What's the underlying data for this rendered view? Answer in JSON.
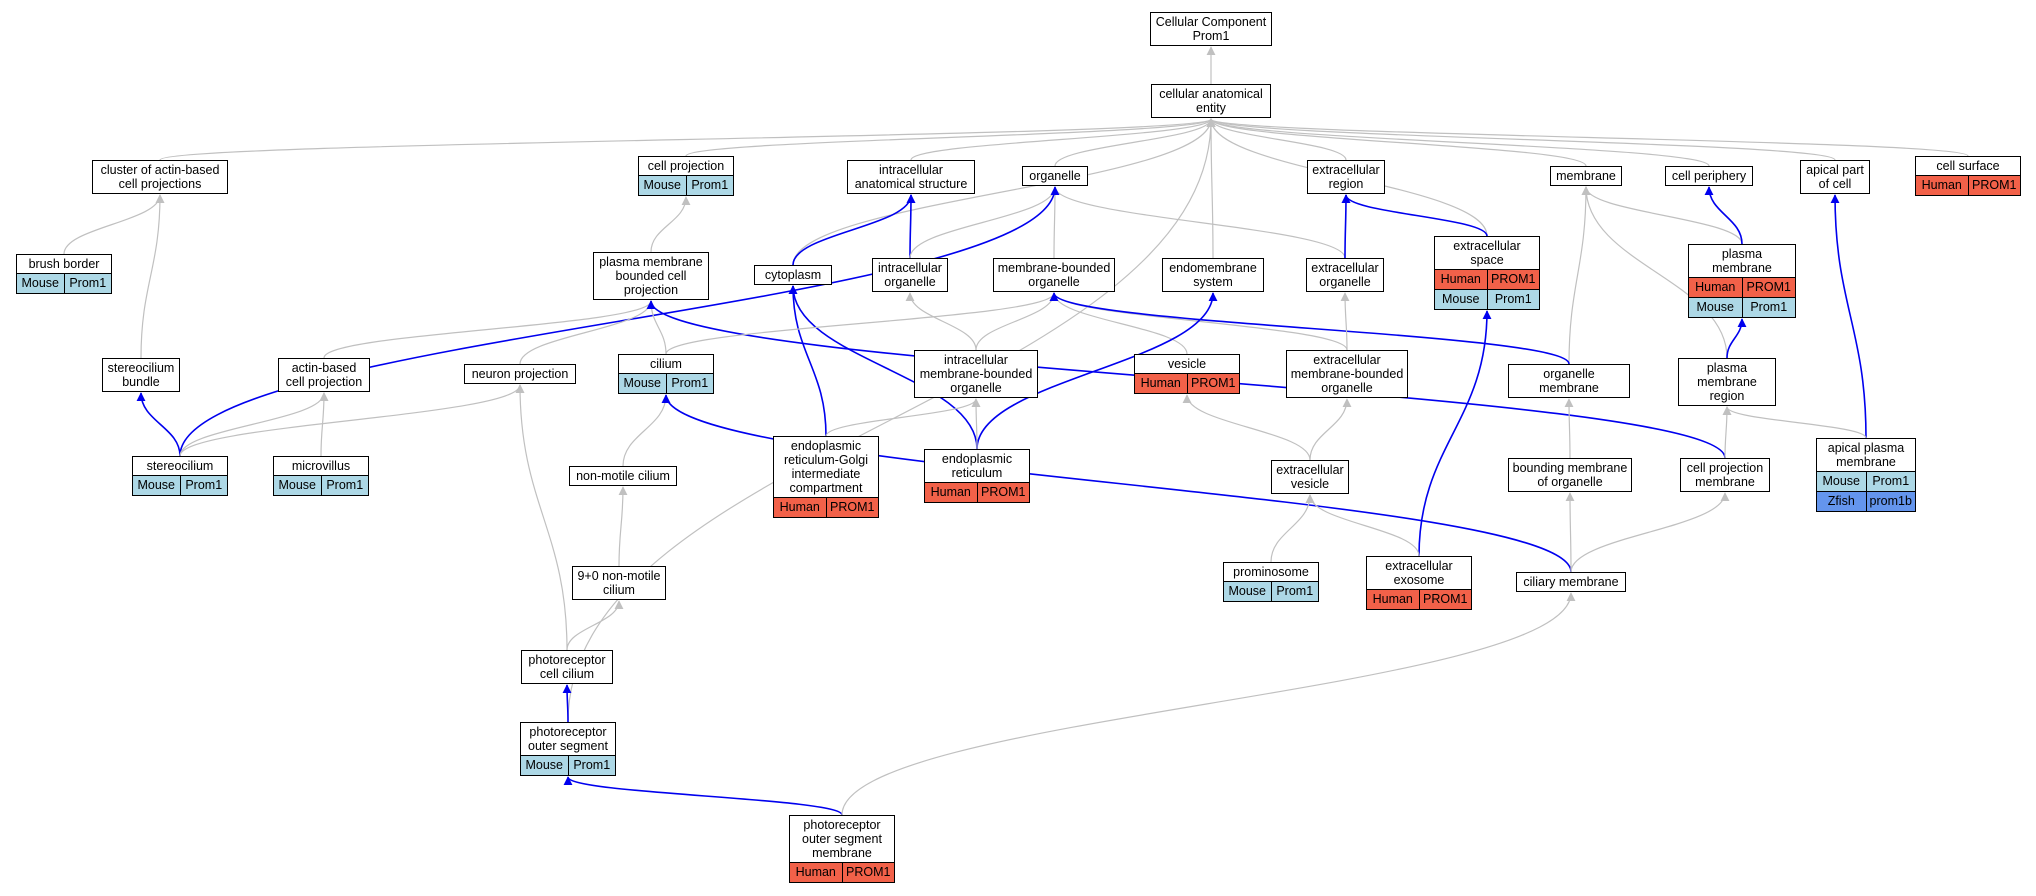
{
  "colors": {
    "edge_gray": "#c0c0c0",
    "edge_blue": "#0000ee",
    "Human": "#f26149",
    "Mouse": "#add8e6",
    "Zfish": "#6495ed"
  },
  "nodes": [
    {
      "id": "cc_root",
      "label": "Cellular Component\nProm1",
      "ann": []
    },
    {
      "id": "cae",
      "label": "cellular anatomical\nentity",
      "ann": []
    },
    {
      "id": "cluster_acp",
      "label": "cluster of actin-based\ncell projections",
      "ann": []
    },
    {
      "id": "cell_proj",
      "label": "cell projection",
      "ann": [
        {
          "sp": "Mouse",
          "g": "Prom1"
        }
      ]
    },
    {
      "id": "ias",
      "label": "intracellular\nanatomical structure",
      "ann": []
    },
    {
      "id": "organelle",
      "label": "organelle",
      "ann": []
    },
    {
      "id": "ecr",
      "label": "extracellular\nregion",
      "ann": []
    },
    {
      "id": "membrane",
      "label": "membrane",
      "ann": []
    },
    {
      "id": "periphery",
      "label": "cell periphery",
      "ann": []
    },
    {
      "id": "apical_part",
      "label": "apical part\nof cell",
      "ann": []
    },
    {
      "id": "surface",
      "label": "cell surface",
      "ann": [
        {
          "sp": "Human",
          "g": "PROM1"
        }
      ]
    },
    {
      "id": "brush",
      "label": "brush border",
      "ann": [
        {
          "sp": "Mouse",
          "g": "Prom1"
        }
      ]
    },
    {
      "id": "pmbcp",
      "label": "plasma membrane\nbounded cell\nprojection",
      "ann": []
    },
    {
      "id": "cytoplasm",
      "label": "cytoplasm",
      "ann": []
    },
    {
      "id": "intra_org",
      "label": "intracellular\norganelle",
      "ann": []
    },
    {
      "id": "mbo",
      "label": "membrane-bounded\norganelle",
      "ann": []
    },
    {
      "id": "endomem",
      "label": "endomembrane\nsystem",
      "ann": []
    },
    {
      "id": "ec_org",
      "label": "extracellular\norganelle",
      "ann": []
    },
    {
      "id": "ec_space",
      "label": "extracellular\nspace",
      "ann": [
        {
          "sp": "Human",
          "g": "PROM1"
        },
        {
          "sp": "Mouse",
          "g": "Prom1"
        }
      ]
    },
    {
      "id": "pm",
      "label": "plasma membrane",
      "ann": [
        {
          "sp": "Human",
          "g": "PROM1"
        },
        {
          "sp": "Mouse",
          "g": "Prom1"
        }
      ]
    },
    {
      "id": "stereo_bundle",
      "label": "stereocilium\nbundle",
      "ann": []
    },
    {
      "id": "acp",
      "label": "actin-based\ncell projection",
      "ann": []
    },
    {
      "id": "neuron_proj",
      "label": "neuron projection",
      "ann": []
    },
    {
      "id": "cilium",
      "label": "cilium",
      "ann": [
        {
          "sp": "Mouse",
          "g": "Prom1"
        }
      ]
    },
    {
      "id": "imbo",
      "label": "intracellular\nmembrane-bounded\norganelle",
      "ann": []
    },
    {
      "id": "vesicle",
      "label": "vesicle",
      "ann": [
        {
          "sp": "Human",
          "g": "PROM1"
        }
      ]
    },
    {
      "id": "ecmbo",
      "label": "extracellular\nmembrane-bounded\norganelle",
      "ann": []
    },
    {
      "id": "org_mem",
      "label": "organelle membrane",
      "ann": []
    },
    {
      "id": "pm_region",
      "label": "plasma membrane\nregion",
      "ann": []
    },
    {
      "id": "stereocilium",
      "label": "stereocilium",
      "ann": [
        {
          "sp": "Mouse",
          "g": "Prom1"
        }
      ]
    },
    {
      "id": "microvillus",
      "label": "microvillus",
      "ann": [
        {
          "sp": "Mouse",
          "g": "Prom1"
        }
      ]
    },
    {
      "id": "ergic",
      "label": "endoplasmic\nreticulum-Golgi\nintermediate\ncompartment",
      "ann": [
        {
          "sp": "Human",
          "g": "PROM1"
        }
      ]
    },
    {
      "id": "er",
      "label": "endoplasmic\nreticulum",
      "ann": [
        {
          "sp": "Human",
          "g": "PROM1"
        }
      ]
    },
    {
      "id": "nonmotile",
      "label": "non-motile cilium",
      "ann": []
    },
    {
      "id": "ec_vesicle",
      "label": "extracellular\nvesicle",
      "ann": []
    },
    {
      "id": "bound_mem",
      "label": "bounding membrane\nof organelle",
      "ann": []
    },
    {
      "id": "cp_mem",
      "label": "cell projection\nmembrane",
      "ann": []
    },
    {
      "id": "apical_pm",
      "label": "apical plasma\nmembrane",
      "ann": [
        {
          "sp": "Mouse",
          "g": "Prom1"
        },
        {
          "sp": "Zfish",
          "g": "prom1b"
        }
      ]
    },
    {
      "id": "nine_zero",
      "label": "9+0 non-motile\ncilium",
      "ann": []
    },
    {
      "id": "prominosome",
      "label": "prominosome",
      "ann": [
        {
          "sp": "Mouse",
          "g": "Prom1"
        }
      ]
    },
    {
      "id": "exosome",
      "label": "extracellular\nexosome",
      "ann": [
        {
          "sp": "Human",
          "g": "PROM1"
        }
      ]
    },
    {
      "id": "ciliary_mem",
      "label": "ciliary membrane",
      "ann": []
    },
    {
      "id": "pr_cilium",
      "label": "photoreceptor\ncell cilium",
      "ann": []
    },
    {
      "id": "pos",
      "label": "photoreceptor\nouter segment",
      "ann": [
        {
          "sp": "Mouse",
          "g": "Prom1"
        }
      ]
    },
    {
      "id": "posm",
      "label": "photoreceptor\nouter segment\nmembrane",
      "ann": [
        {
          "sp": "Human",
          "g": "PROM1"
        }
      ]
    }
  ],
  "edges": [
    {
      "from": "cae",
      "to": "cc_root",
      "type": "gray"
    },
    {
      "from": "cluster_acp",
      "to": "cae",
      "type": "gray"
    },
    {
      "from": "cell_proj",
      "to": "cae",
      "type": "gray"
    },
    {
      "from": "ias",
      "to": "cae",
      "type": "gray"
    },
    {
      "from": "organelle",
      "to": "cae",
      "type": "gray"
    },
    {
      "from": "ecr",
      "to": "cae",
      "type": "gray"
    },
    {
      "from": "membrane",
      "to": "cae",
      "type": "gray"
    },
    {
      "from": "periphery",
      "to": "cae",
      "type": "gray"
    },
    {
      "from": "apical_part",
      "to": "cae",
      "type": "gray"
    },
    {
      "from": "surface",
      "to": "cae",
      "type": "gray"
    },
    {
      "from": "cytoplasm",
      "to": "cae",
      "type": "gray"
    },
    {
      "from": "endomem",
      "to": "cae",
      "type": "gray"
    },
    {
      "from": "ec_space",
      "to": "cae",
      "type": "gray"
    },
    {
      "from": "pos",
      "to": "cae",
      "type": "gray"
    },
    {
      "from": "brush",
      "to": "cluster_acp",
      "type": "gray"
    },
    {
      "from": "stereo_bundle",
      "to": "cluster_acp",
      "type": "gray"
    },
    {
      "from": "pmbcp",
      "to": "cell_proj",
      "type": "gray"
    },
    {
      "from": "cytoplasm",
      "to": "ias",
      "type": "blue"
    },
    {
      "from": "intra_org",
      "to": "ias",
      "type": "blue"
    },
    {
      "from": "intra_org",
      "to": "organelle",
      "type": "gray"
    },
    {
      "from": "mbo",
      "to": "organelle",
      "type": "gray"
    },
    {
      "from": "ec_org",
      "to": "organelle",
      "type": "gray"
    },
    {
      "from": "stereocilium",
      "to": "organelle",
      "type": "blue"
    },
    {
      "from": "ec_org",
      "to": "ecr",
      "type": "blue"
    },
    {
      "from": "ec_space",
      "to": "ecr",
      "type": "blue"
    },
    {
      "from": "org_mem",
      "to": "membrane",
      "type": "gray"
    },
    {
      "from": "pm",
      "to": "membrane",
      "type": "gray"
    },
    {
      "from": "pm_region",
      "to": "membrane",
      "type": "gray"
    },
    {
      "from": "pm",
      "to": "periphery",
      "type": "blue"
    },
    {
      "from": "apical_pm",
      "to": "apical_part",
      "type": "blue"
    },
    {
      "from": "acp",
      "to": "pmbcp",
      "type": "gray"
    },
    {
      "from": "neuron_proj",
      "to": "pmbcp",
      "type": "gray"
    },
    {
      "from": "cilium",
      "to": "pmbcp",
      "type": "gray"
    },
    {
      "from": "cp_mem",
      "to": "pmbcp",
      "type": "blue"
    },
    {
      "from": "ergic",
      "to": "cytoplasm",
      "type": "blue"
    },
    {
      "from": "er",
      "to": "cytoplasm",
      "type": "blue"
    },
    {
      "from": "imbo",
      "to": "intra_org",
      "type": "gray"
    },
    {
      "from": "imbo",
      "to": "mbo",
      "type": "gray"
    },
    {
      "from": "cilium",
      "to": "mbo",
      "type": "gray"
    },
    {
      "from": "vesicle",
      "to": "mbo",
      "type": "gray"
    },
    {
      "from": "ecmbo",
      "to": "mbo",
      "type": "gray"
    },
    {
      "from": "org_mem",
      "to": "mbo",
      "type": "blue"
    },
    {
      "from": "er",
      "to": "endomem",
      "type": "blue"
    },
    {
      "from": "ecmbo",
      "to": "ec_org",
      "type": "gray"
    },
    {
      "from": "exosome",
      "to": "ec_space",
      "type": "blue"
    },
    {
      "from": "pm_region",
      "to": "pm",
      "type": "blue"
    },
    {
      "from": "stereocilium",
      "to": "stereo_bundle",
      "type": "blue"
    },
    {
      "from": "stereocilium",
      "to": "acp",
      "type": "gray"
    },
    {
      "from": "microvillus",
      "to": "acp",
      "type": "gray"
    },
    {
      "from": "stereocilium",
      "to": "neuron_proj",
      "type": "gray"
    },
    {
      "from": "pr_cilium",
      "to": "neuron_proj",
      "type": "gray"
    },
    {
      "from": "nonmotile",
      "to": "cilium",
      "type": "gray"
    },
    {
      "from": "ciliary_mem",
      "to": "cilium",
      "type": "blue"
    },
    {
      "from": "ergic",
      "to": "imbo",
      "type": "gray"
    },
    {
      "from": "er",
      "to": "imbo",
      "type": "gray"
    },
    {
      "from": "ec_vesicle",
      "to": "vesicle",
      "type": "gray"
    },
    {
      "from": "ec_vesicle",
      "to": "ecmbo",
      "type": "gray"
    },
    {
      "from": "bound_mem",
      "to": "org_mem",
      "type": "gray"
    },
    {
      "from": "cp_mem",
      "to": "pm_region",
      "type": "gray"
    },
    {
      "from": "apical_pm",
      "to": "pm_region",
      "type": "gray"
    },
    {
      "from": "nine_zero",
      "to": "nonmotile",
      "type": "gray"
    },
    {
      "from": "prominosome",
      "to": "ec_vesicle",
      "type": "gray"
    },
    {
      "from": "exosome",
      "to": "ec_vesicle",
      "type": "gray"
    },
    {
      "from": "ciliary_mem",
      "to": "bound_mem",
      "type": "gray"
    },
    {
      "from": "ciliary_mem",
      "to": "cp_mem",
      "type": "gray"
    },
    {
      "from": "pr_cilium",
      "to": "nine_zero",
      "type": "gray"
    },
    {
      "from": "pos",
      "to": "pr_cilium",
      "type": "blue"
    },
    {
      "from": "posm",
      "to": "pos",
      "type": "blue"
    },
    {
      "from": "posm",
      "to": "ciliary_mem",
      "type": "gray"
    }
  ]
}
